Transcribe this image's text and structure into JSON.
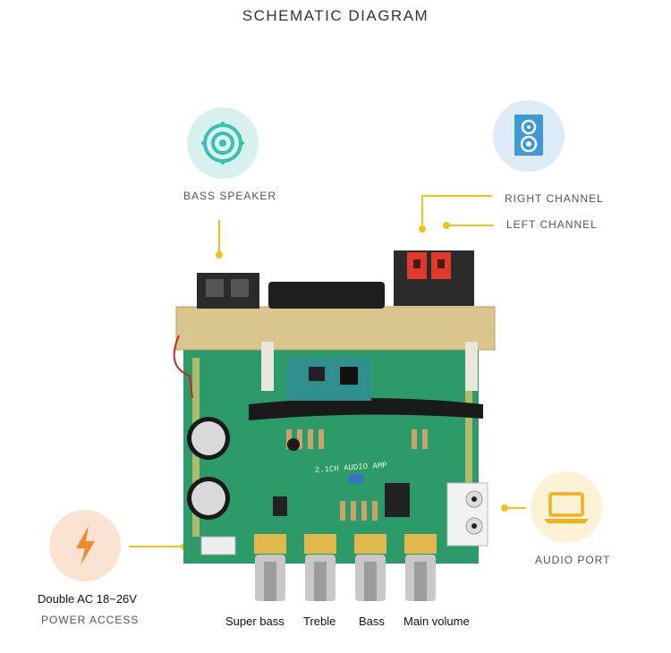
{
  "title": "SCHEMATIC DIAGRAM",
  "callouts": {
    "bass_speaker": "BASS SPEAKER",
    "right_channel": "RIGHT CHANNEL",
    "left_channel": "LEFT CHANNEL",
    "audio_port": "AUDIO PORT",
    "power_spec": "Double AC 18~26V",
    "power_access": "POWER ACCESS"
  },
  "board": {
    "silkscreen": "2.1CH AUDIO AMP"
  },
  "knobs": [
    "Super bass",
    "Treble",
    "Bass",
    "Main volume"
  ],
  "icons": {
    "bass_speaker": "speaker-cone-icon",
    "channels": "speaker-box-icon",
    "audio_port": "laptop-icon",
    "power": "lightning-bolt-icon"
  },
  "colors": {
    "accent_line": "#f0c21a",
    "pcb": "#2d9a6a",
    "icon_teal_bg": "#d9f1ee",
    "icon_blue_bg": "#dcebf5",
    "icon_yellow_bg": "#fdf1d6",
    "icon_orange_bg": "#fbe3d2"
  }
}
